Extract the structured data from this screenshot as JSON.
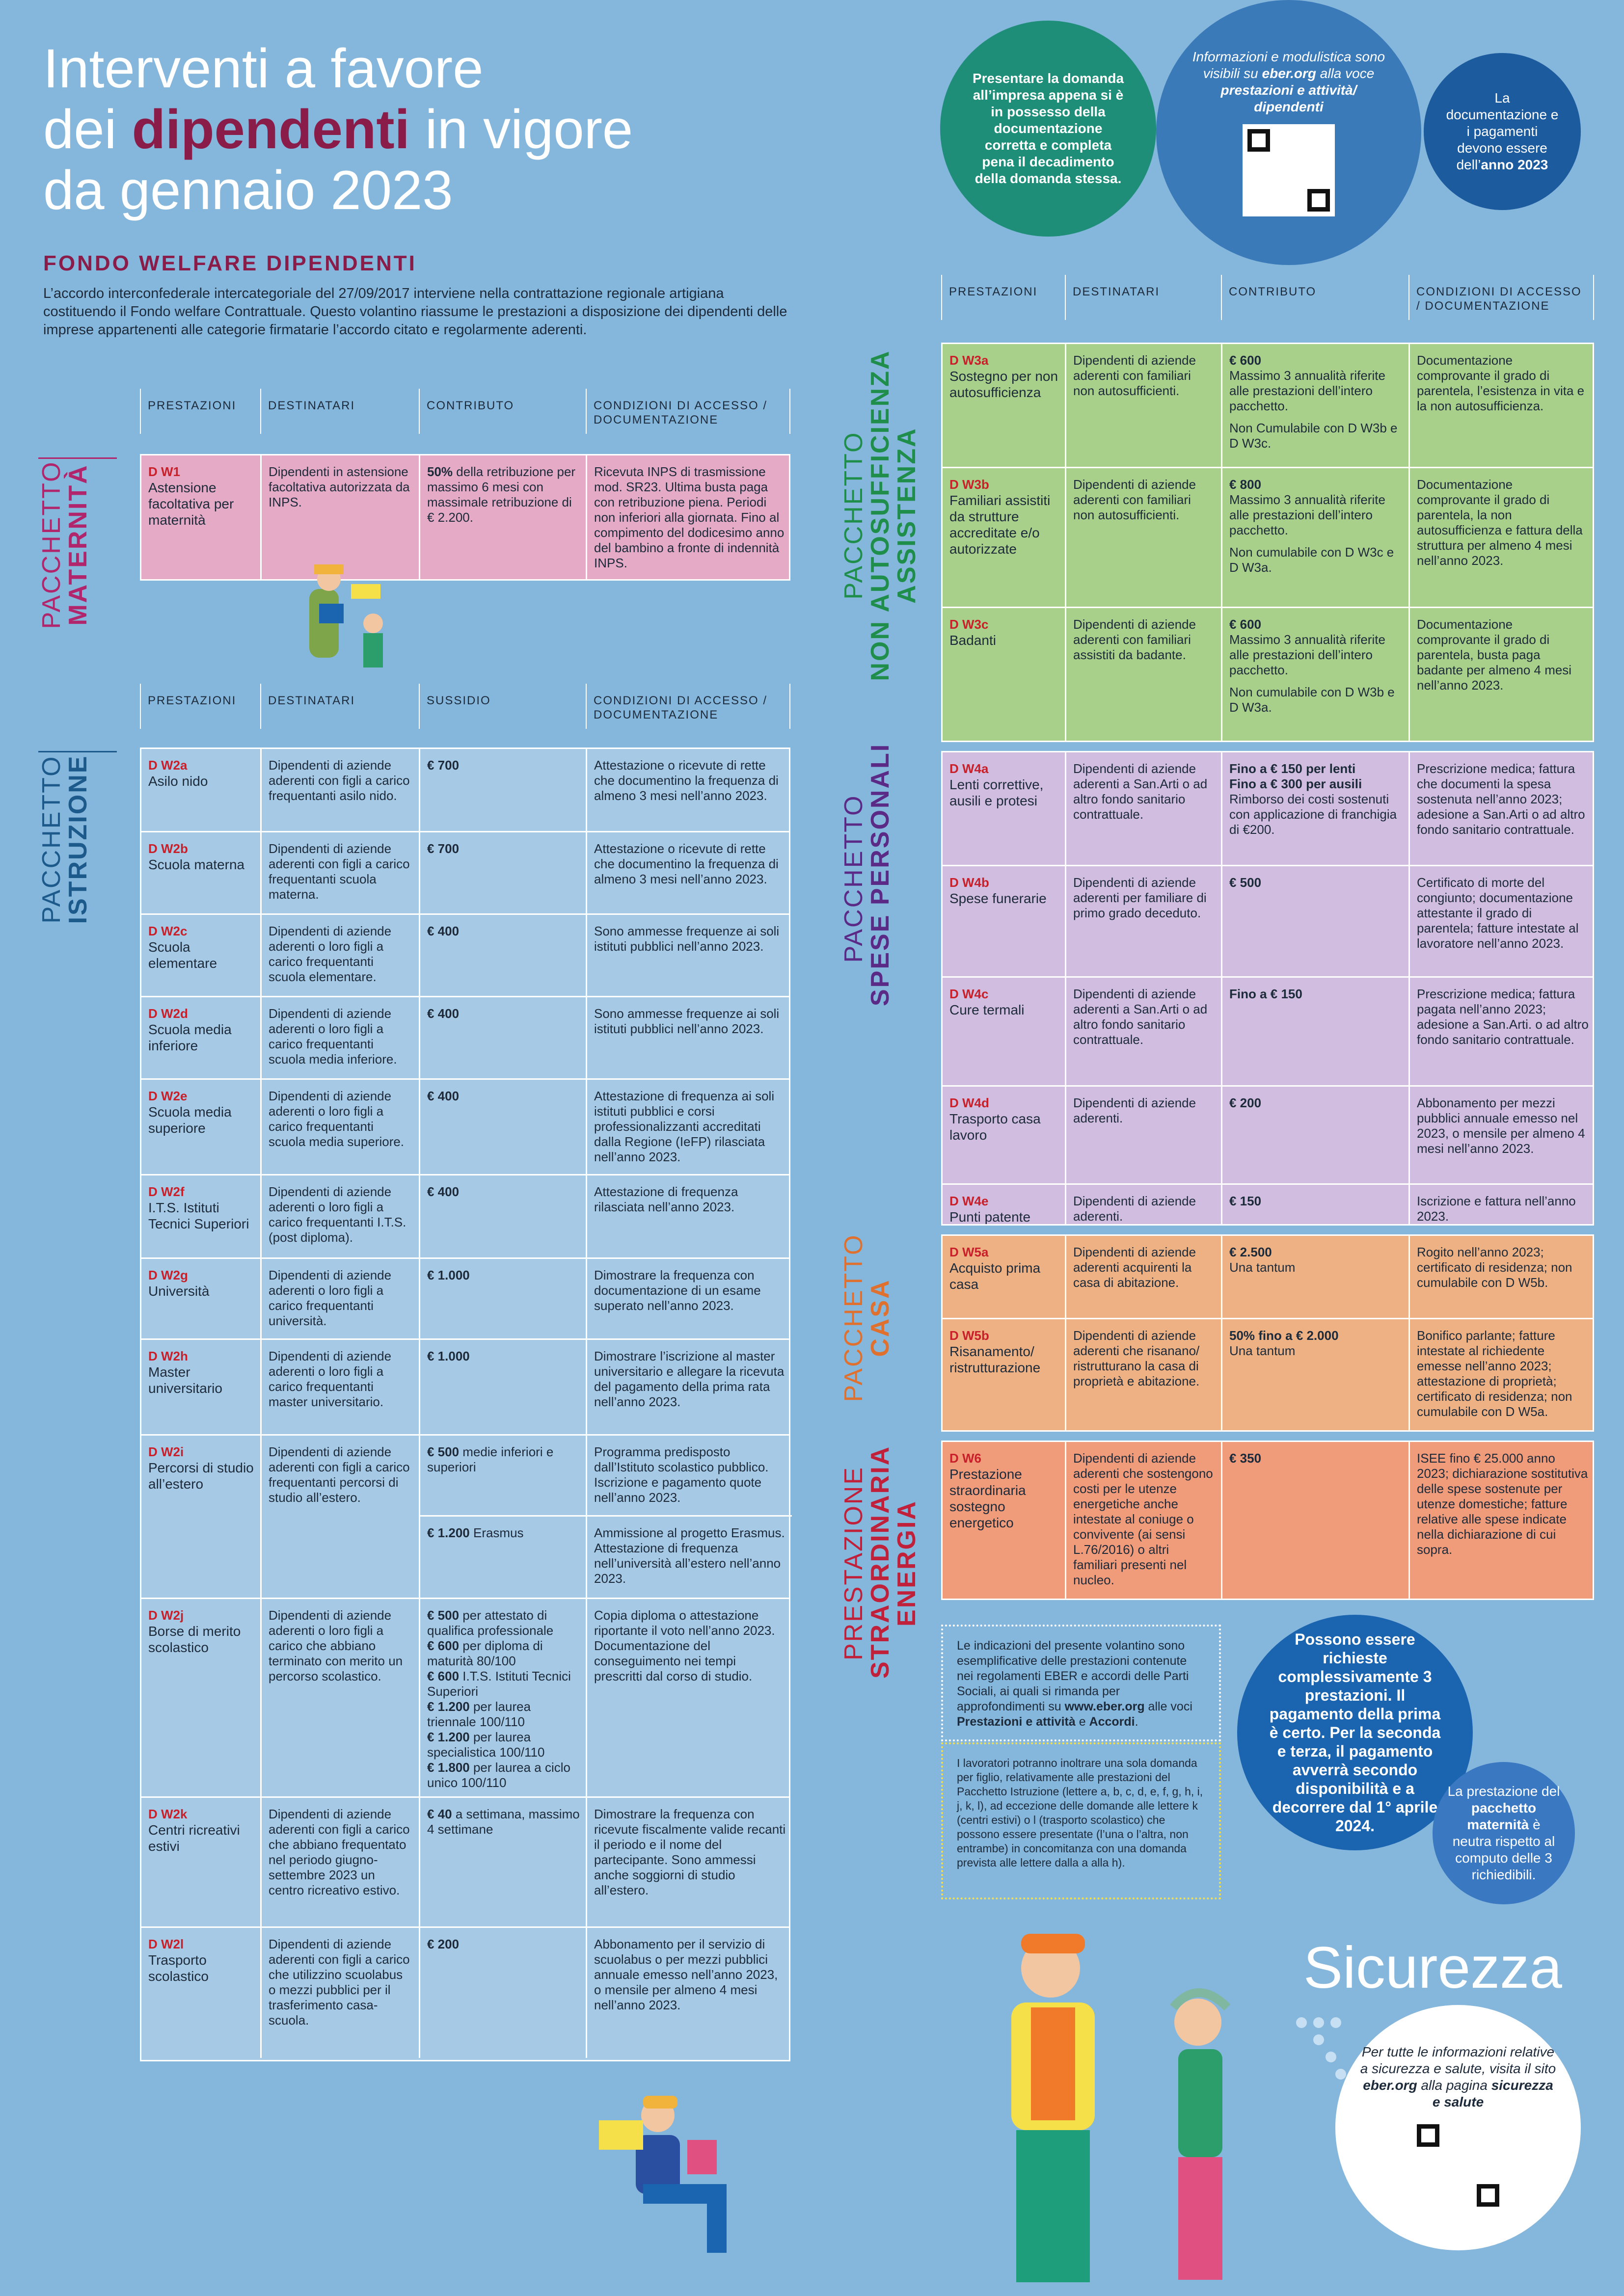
{
  "title": {
    "line1": "Interventi a favore",
    "pre2": "dei ",
    "highlight": "dipendenti",
    "post2": " in vigore",
    "line3": "da gennaio 2023"
  },
  "section": "FONDO WELFARE DIPENDENTI",
  "intro": "L’accordo interconfederale intercategoriale del 27/09/2017 interviene nella contrattazione regionale artigiana costituendo il Fondo welfare Contrattuale. Questo volantino riassume le prestazioni a disposizione dei dipendenti delle imprese appartenenti alle categorie firmatarie l’accordo citato e regolarmente aderenti.",
  "bubbles": {
    "b1": "Presentare la domanda all’impresa appena si è in possesso della documentazione corretta e completa pena il decadimento della domanda stessa.",
    "b2_a": "Informazioni e modulistica sono visibili su ",
    "b2_site": "eber.org",
    "b2_b": " alla voce ",
    "b2_c": "prestazioni e attività/ dipendenti",
    "b3_a": "La documentazione e i pagamenti devono essere dell’",
    "b3_b": "anno 2023",
    "b4": "Possono essere richieste complessivamente 3 prestazioni. Il pagamento della prima è certo. Per la seconda e terza, il pagamento avverrà secondo disponibilità e a decorrere dal 1° aprile 2024.",
    "b5_a": "La prestazione del ",
    "b5_b": "pacchetto maternità",
    "b5_c": " è neutra rispetto al computo delle 3 richiedibili."
  },
  "headers": {
    "prestazioni": "PRESTAZIONI",
    "destinatari": "DESTINATARI",
    "contributo": "CONTRIBUTO",
    "sussidio": "SUSSIDIO",
    "condizioni": "CONDIZIONI DI ACCESSO / DOCUMENTAZIONE"
  },
  "packages": {
    "maternita": {
      "p": "PACCHETTO",
      "s": "MATERNITÀ"
    },
    "istruzione": {
      "p": "PACCHETTO",
      "s": "ISTRUZIONE"
    },
    "non_auto": {
      "p": "PACCHETTO",
      "s": "NON AUTOSUFFICIENZA",
      "s2": "ASSISTENZA"
    },
    "spese": {
      "p": "PACCHETTO",
      "s": "SPESE PERSONALI"
    },
    "casa": {
      "p": "PACCHETTO",
      "s": "CASA"
    },
    "energia": {
      "p": "PRESTAZIONE",
      "s": "STRAORDINARIA",
      "s2": "ENERGIA"
    }
  },
  "maternita": [
    {
      "code": "D W1",
      "name": "Astensione facoltativa per maternità",
      "dest": "Dipendenti in astensione facoltativa autorizzata da INPS.",
      "contrib_b": "50%",
      "contrib": " della retribuzione per massimo 6 mesi con massimale retribuzione di € 2.200.",
      "cond": "Ricevuta INPS di trasmissione mod. SR23. Ultima busta paga con retribuzione piena. Periodi non inferiori alla giornata. Fino al compimento del dodicesimo anno del bambino a fronte di indennità INPS."
    }
  ],
  "istruzione": [
    {
      "code": "D W2a",
      "name": "Asilo nido",
      "dest": "Dipendenti di aziende aderenti con figli a carico frequentanti asilo nido.",
      "sb": "€ 700",
      "s": "",
      "cond": "Attestazione o ricevute di rette che documentino la frequenza di almeno 3 mesi nell’anno 2023."
    },
    {
      "code": "D W2b",
      "name": "Scuola materna",
      "dest": "Dipendenti di aziende aderenti con figli a carico frequentanti scuola materna.",
      "sb": "€ 700",
      "s": "",
      "cond": "Attestazione o ricevute di rette che documentino la frequenza di almeno 3 mesi nell’anno 2023."
    },
    {
      "code": "D W2c",
      "name": "Scuola elementare",
      "dest": "Dipendenti di aziende aderenti o loro figli a carico frequentanti scuola elementare.",
      "sb": "€ 400",
      "s": "",
      "cond": "Sono ammesse frequenze ai soli istituti pubblici nell’anno 2023."
    },
    {
      "code": "D W2d",
      "name": "Scuola media inferiore",
      "dest": "Dipendenti di aziende aderenti o loro figli a carico frequentanti scuola media inferiore.",
      "sb": "€ 400",
      "s": "",
      "cond": "Sono ammesse frequenze ai soli istituti pubblici nell’anno 2023."
    },
    {
      "code": "D W2e",
      "name": "Scuola media superiore",
      "dest": "Dipendenti di aziende aderenti o loro figli a carico frequentanti scuola media superiore.",
      "sb": "€ 400",
      "s": "",
      "cond": "Attestazione di frequenza ai soli istituti pubblici e corsi professionalizzanti accreditati dalla Regione (IeFP) rilasciata nell’anno 2023."
    },
    {
      "code": "D W2f",
      "name": "I.T.S. Istituti Tecnici Superiori",
      "dest": "Dipendenti di aziende aderenti o loro figli a carico frequentanti I.T.S. (post diploma).",
      "sb": "€ 400",
      "s": "",
      "cond": "Attestazione di frequenza rilasciata nell’anno 2023."
    },
    {
      "code": "D W2g",
      "name": "Università",
      "dest": "Dipendenti di aziende aderenti o loro figli a carico frequentanti università.",
      "sb": "€ 1.000",
      "s": "",
      "cond": "Dimostrare la frequenza con documentazione di un esame superato nell’anno 2023."
    },
    {
      "code": "D W2h",
      "name": "Master universitario",
      "dest": "Dipendenti di aziende aderenti o loro figli a carico frequentanti master universitario.",
      "sb": "€ 1.000",
      "s": "",
      "cond": "Dimostrare l’iscrizione al master universitario e allegare la ricevuta del pagamento della prima rata nell’anno 2023."
    },
    {
      "code": "D W2i",
      "name": "Percorsi di studio all’estero",
      "dest": "Dipendenti di aziende aderenti con figli a carico frequentanti percorsi di studio all’estero.",
      "split": true,
      "sb1": "€ 500",
      "s1": " medie inferiori e superiori",
      "cond1": "Programma predisposto dall’Istituto scolastico pubblico. Iscrizione e pagamento quote nell’anno 2023.",
      "sb2": "€ 1.200",
      "s2": " Erasmus",
      "cond2": "Ammissione al progetto Erasmus. Attestazione di frequenza nell’università all’estero nell’anno 2023."
    },
    {
      "code": "D W2j",
      "name": "Borse di merito scolastico",
      "dest": "Dipendenti di aziende aderenti o loro figli a carico che abbiano terminato con merito un percorso scolastico.",
      "list": [
        {
          "b": "€ 500",
          "t": " per attestato di qualifica professionale"
        },
        {
          "b": "€ 600",
          "t": " per diploma di maturità 80/100"
        },
        {
          "b": "€ 600",
          "t": " I.T.S. Istituti Tecnici Superiori"
        },
        {
          "b": "€ 1.200",
          "t": " per laurea triennale 100/110"
        },
        {
          "b": "€ 1.200",
          "t": " per laurea specialistica 100/110"
        },
        {
          "b": "€ 1.800",
          "t": " per laurea a ciclo unico 100/110"
        }
      ],
      "cond": "Copia diploma o attestazione riportante il voto nell’anno 2023. Documentazione del conseguimento nei tempi prescritti dal corso di studio."
    },
    {
      "code": "D W2k",
      "name": "Centri ricreativi estivi",
      "dest": "Dipendenti di aziende aderenti con figli a carico che abbiano frequentato nel periodo giugno-settembre 2023 un centro ricreativo estivo.",
      "sb": "€ 40",
      "s": " a settimana, massimo 4 settimane",
      "cond": "Dimostrare la frequenza con ricevute fiscalmente valide recanti il periodo e il nome del partecipante. Sono ammessi anche soggiorni di studio all’estero."
    },
    {
      "code": "D W2l",
      "name": "Trasporto scolastico",
      "dest": "Dipendenti di aziende aderenti con figli a carico che utilizzino scuolabus o mezzi pubblici per il trasferimento casa-scuola.",
      "sb": "€ 200",
      "s": "",
      "cond": "Abbonamento per il servizio di scuolabus o per mezzi pubblici annuale emesso nell’anno 2023, o mensile per almeno 4 mesi nell’anno 2023."
    }
  ],
  "non_auto": [
    {
      "code": "D W3a",
      "name": "Sostegno per non autosufficienza",
      "dest": "Dipendenti di aziende aderenti con familiari non autosufficienti.",
      "cb": "€ 600",
      "c": "Massimo 3 annualità riferite alle prestazioni dell’intero pacchetto.",
      "c2": "Non Cumulabile con D W3b e D W3c.",
      "cond": "Documentazione comprovante il grado di parentela, l’esistenza in vita e la non autosufficienza."
    },
    {
      "code": "D W3b",
      "name": "Familiari assistiti da strutture accreditate e/o autorizzate",
      "dest": "Dipendenti di aziende aderenti con familiari non autosufficienti.",
      "cb": "€ 800",
      "c": "Massimo 3 annualità riferite alle prestazioni dell’intero pacchetto.",
      "c2": "Non cumulabile con D W3c e D W3a.",
      "cond": "Documentazione comprovante il grado di parentela, la non autosufficienza e fattura della struttura per almeno 4 mesi nell’anno 2023."
    },
    {
      "code": "D W3c",
      "name": "Badanti",
      "dest": "Dipendenti di aziende aderenti con familiari assistiti da badante.",
      "cb": "€ 600",
      "c": "Massimo 3 annualità riferite alle prestazioni dell’intero pacchetto.",
      "c2": "Non cumulabile con D W3b e D W3a.",
      "cond": "Documentazione comprovante il grado di parentela, busta paga badante per almeno 4 mesi nell’anno 2023."
    }
  ],
  "spese": [
    {
      "code": "D W4a",
      "name": "Lenti correttive, ausili e protesi",
      "dest": "Dipendenti di aziende aderenti a San.Arti o ad altro fondo sanitario contrattuale.",
      "cb": "Fino a € 150 per lenti",
      "cb2": "Fino a € 300 per ausili",
      "c": "Rimborso dei costi sostenuti con applicazione di franchigia di €200.",
      "cond": "Prescrizione medica; fattura che documenti la spesa sostenuta nell’anno 2023; adesione a San.Arti o ad altro fondo sanitario contrattuale."
    },
    {
      "code": "D W4b",
      "name": "Spese funerarie",
      "dest": "Dipendenti di aziende aderenti per familiare di primo grado deceduto.",
      "cb": "€ 500",
      "c": "",
      "cond": "Certificato di morte del congiunto; documentazione attestante il grado di parentela; fatture intestate al lavoratore nell’anno 2023."
    },
    {
      "code": "D W4c",
      "name": "Cure termali",
      "dest": "Dipendenti di aziende aderenti a San.Arti o ad altro fondo sanitario contrattuale.",
      "cb": "Fino a € 150",
      "c": "",
      "cond": "Prescrizione medica; fattura pagata nell’anno 2023; adesione a San.Arti. o ad altro fondo sanitario contrattuale."
    },
    {
      "code": "D W4d",
      "name": "Trasporto casa lavoro",
      "dest": "Dipendenti di aziende aderenti.",
      "cb": "€ 200",
      "c": "",
      "cond": "Abbonamento per mezzi pubblici annuale emesso nel 2023, o mensile per almeno 4 mesi nell’anno 2023."
    },
    {
      "code": "D W4e",
      "name": "Punti patente",
      "dest": "Dipendenti di aziende aderenti.",
      "cb": "€ 150",
      "c": "",
      "cond": "Iscrizione e fattura nell’anno 2023."
    }
  ],
  "casa": [
    {
      "code": "D W5a",
      "name": "Acquisto prima casa",
      "dest": "Dipendenti di aziende aderenti acquirenti la casa di abitazione.",
      "cb": "€ 2.500",
      "c": "Una tantum",
      "cond": "Rogito nell’anno 2023; certificato di residenza; non cumulabile con D W5b."
    },
    {
      "code": "D W5b",
      "name": "Risanamento/ ristrutturazione",
      "dest": "Dipendenti di aziende aderenti che risanano/ ristrutturano la casa di proprietà e abitazione.",
      "cb": "50% fino a € 2.000",
      "c": "Una tantum",
      "cond": "Bonifico parlante; fatture intestate al richiedente emesse nell’anno 2023; attestazione di proprietà; certificato di residenza; non cumulabile con D W5a."
    }
  ],
  "energia": [
    {
      "code": "D W6",
      "name": "Prestazione straordinaria sostegno energetico",
      "dest": "Dipendenti di aziende aderenti che sostengono costi per le utenze energetiche anche intestate al coniuge o convivente (ai sensi L.76/2016) o altri familiari presenti nel nucleo.",
      "cb": "€ 350",
      "c": "",
      "cond": "ISEE fino € 25.000 anno 2023; dichiarazione sostitutiva delle spese sostenute per utenze domestiche; fatture relative alle spese indicate nella dichiarazione di cui sopra."
    }
  ],
  "notes": {
    "n1_a": "Le indicazioni del presente volantino sono esemplificative delle prestazioni contenute nei regolamenti EBER e accordi delle Parti Sociali, ai quali si rimanda per approfondimenti su ",
    "n1_site": "www.eber.org",
    "n1_b": " alle voci ",
    "n1_c": "Prestazioni e attività",
    "n1_d": " e ",
    "n1_e": "Accordi",
    "n1_f": ".",
    "n2": "I lavoratori potranno inoltrare una sola domanda per figlio, relativamente alle prestazioni del Pacchetto Istruzione (lettere a, b, c, d, e, f, g, h, i, j, k, l), ad eccezione delle domande alle lettere k (centri estivi) o l (trasporto scolastico) che possono essere presentate (l’una o l’altra, non entrambe) in concomitanza con una domanda prevista alle lettere dalla a alla h)."
  },
  "sicurezza": {
    "title": "Sicurezza",
    "t1": "Per tutte le informazioni relative a sicurezza e salute, visita il sito ",
    "site": "eber.org",
    "t2": " alla pagina ",
    "page": "sicurezza e salute"
  },
  "colors": {
    "bg": "#85b6dc",
    "maternita": "#e4aac6",
    "istruzione": "#a6cae6",
    "non_auto": "#a9d08a",
    "spese": "#d1bde0",
    "casa": "#eeb184",
    "energia": "#f09b7a",
    "accent": "#8a1c4a"
  }
}
